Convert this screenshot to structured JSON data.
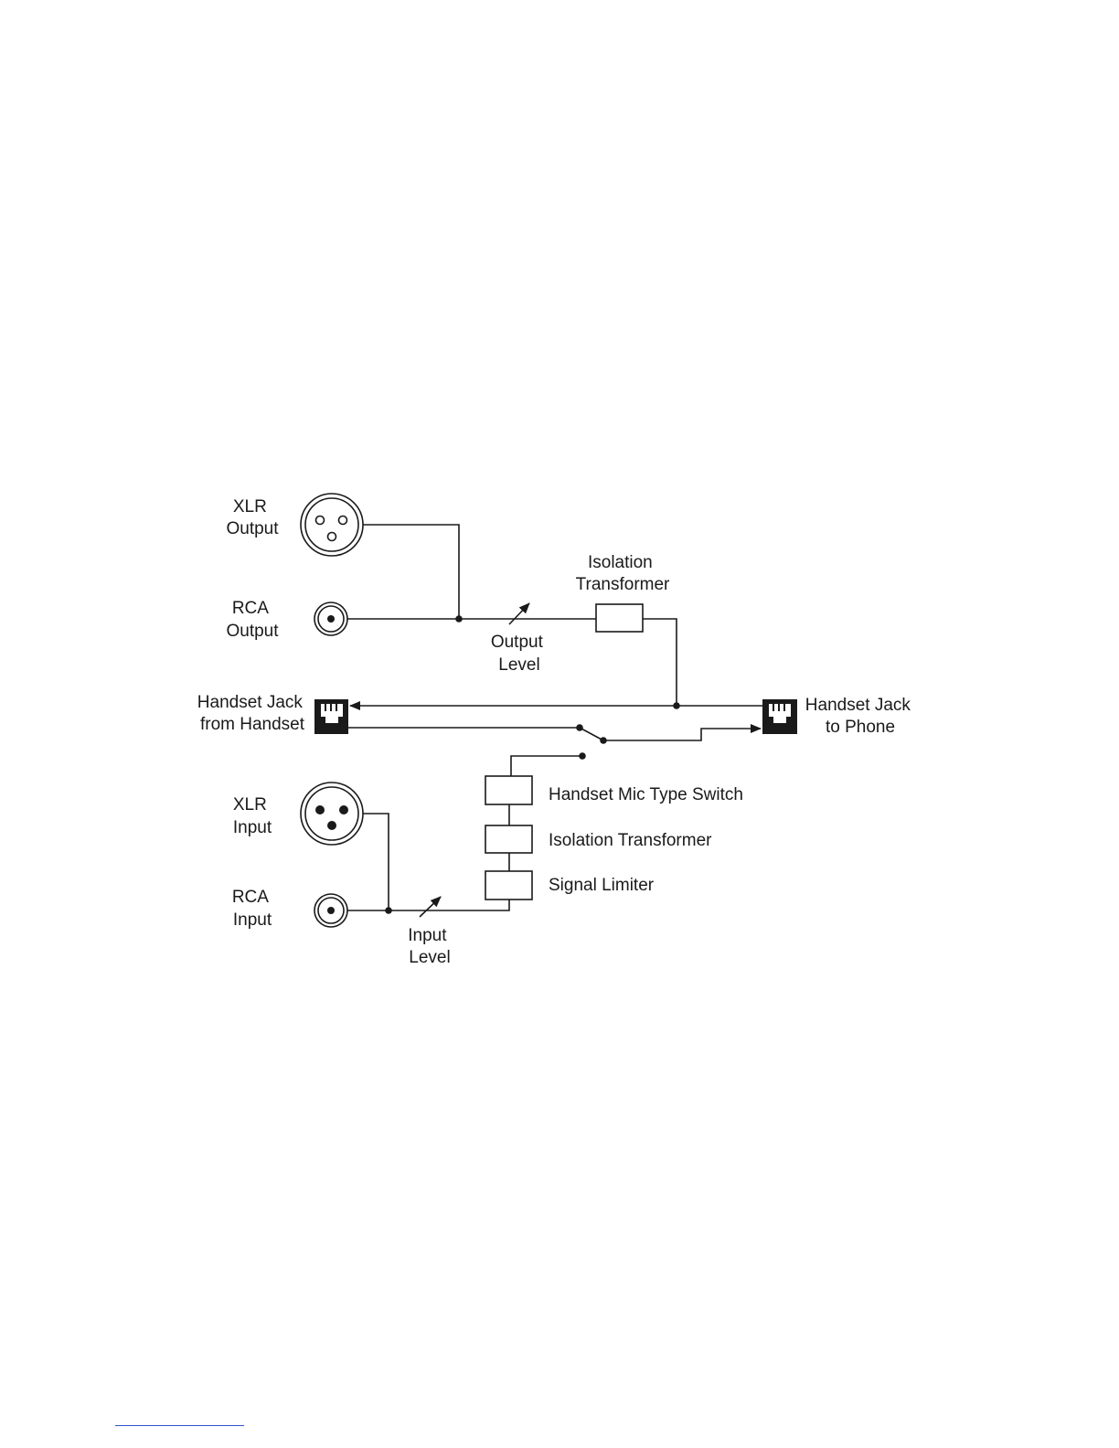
{
  "labels": {
    "xlr_output": [
      "XLR",
      "Output"
    ],
    "rca_output": [
      "RCA",
      "Output"
    ],
    "isolation_transformer_top": [
      "Isolation",
      "Transformer"
    ],
    "output_level": [
      "Output",
      "Level"
    ],
    "handset_from": [
      "Handset Jack",
      "from Handset"
    ],
    "handset_to": [
      "Handset Jack",
      "to Phone"
    ],
    "mic_type_switch": "Handset Mic Type Switch",
    "isolation_transformer_bottom": "Isolation Transformer",
    "signal_limiter": "Signal Limiter",
    "xlr_input": [
      "XLR",
      "Input"
    ],
    "rca_input": [
      "RCA",
      "Input"
    ],
    "input_level": [
      "Input",
      "Level"
    ]
  },
  "icons": {
    "xlr": "xlr-connector-icon",
    "rca": "rca-connector-icon",
    "handset_jack": "modular-jack-icon"
  },
  "colors": {
    "ink": "#1a1a1a",
    "background": "#ffffff",
    "footnote_rule": "#3355cc"
  }
}
